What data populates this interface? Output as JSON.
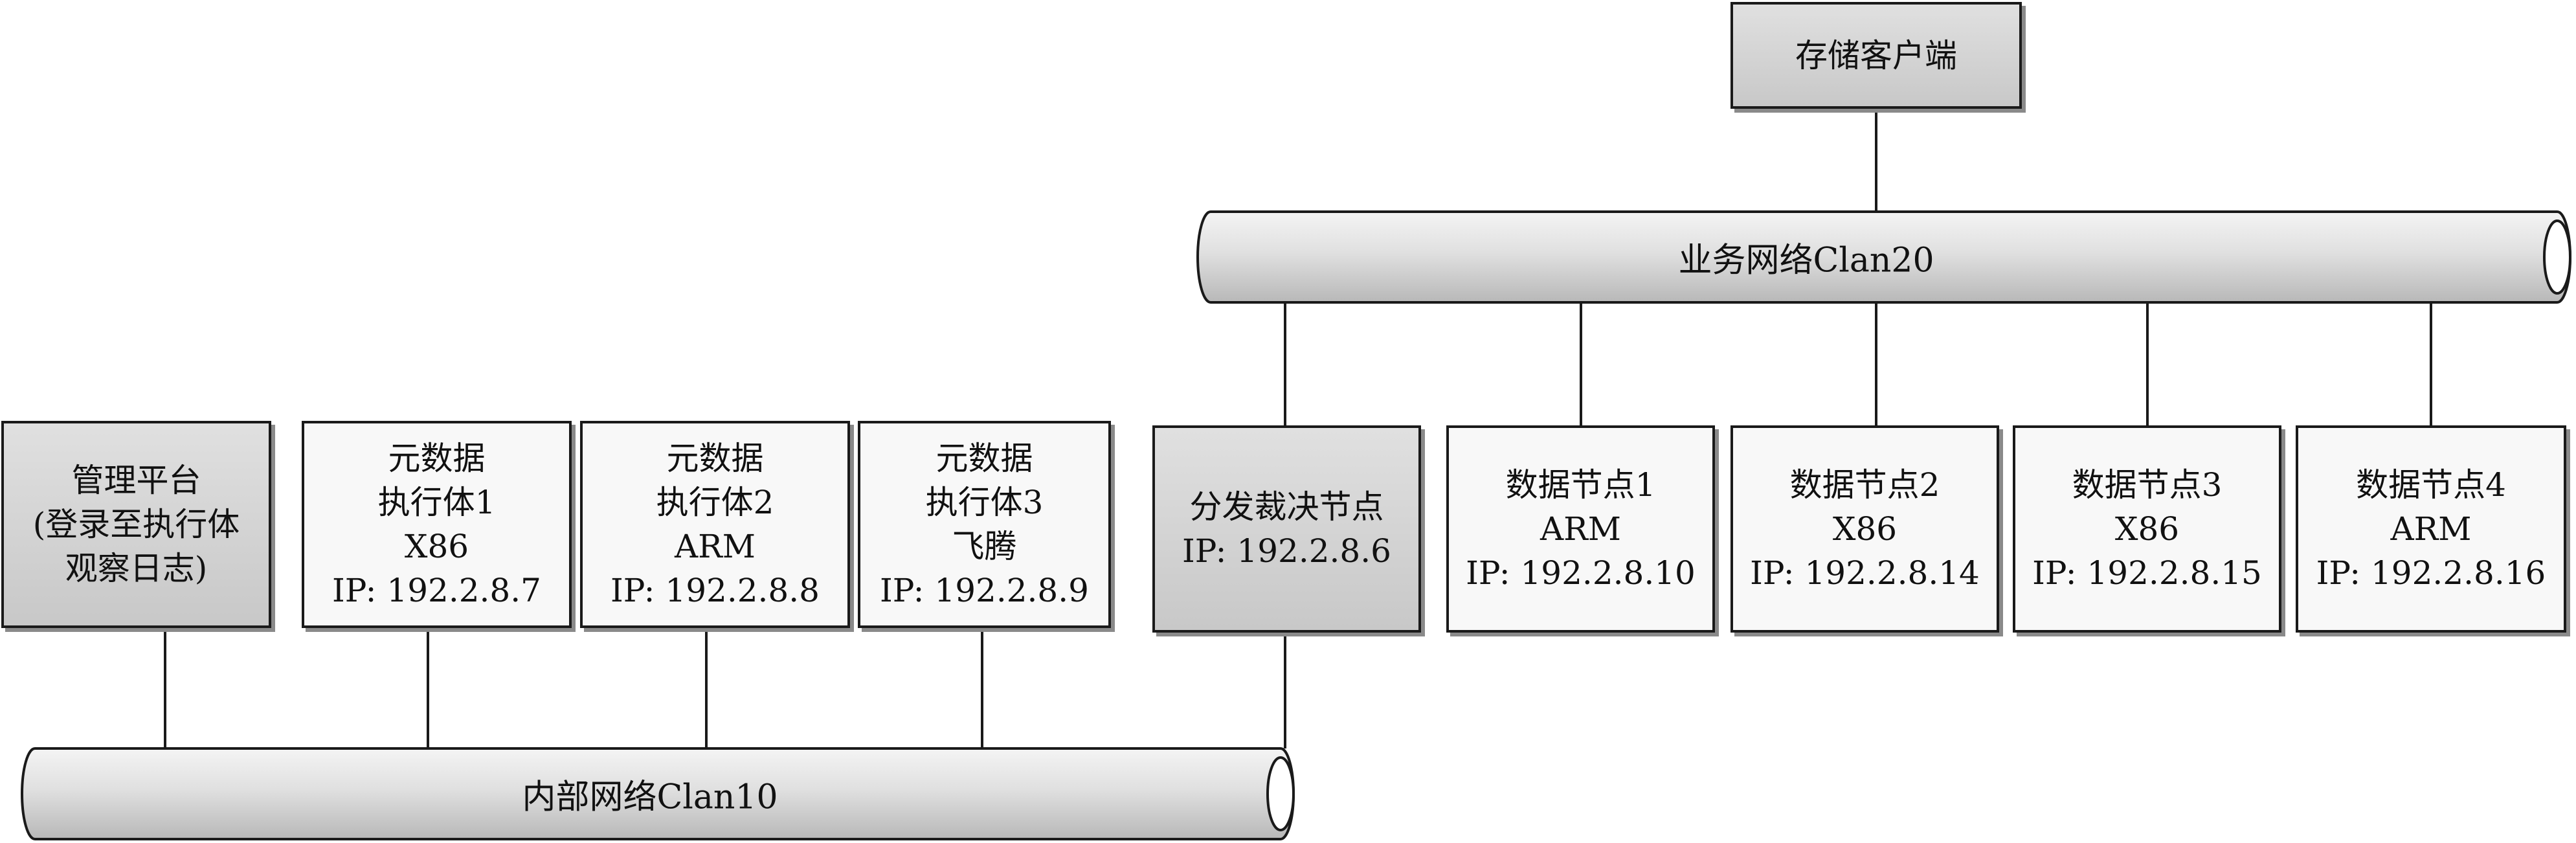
{
  "buses": {
    "business": {
      "label": "业务网络Clan20"
    },
    "internal": {
      "label": "内部网络Clan10"
    }
  },
  "nodes": {
    "storage_client": {
      "lines": [
        "存储客户端"
      ]
    },
    "management": {
      "lines": [
        "管理平台",
        "(登录至执行体",
        "观察日志)"
      ]
    },
    "executor1": {
      "lines": [
        "元数据",
        "执行体1",
        "X86",
        "IP: 192.2.8.7"
      ]
    },
    "executor2": {
      "lines": [
        "元数据",
        "执行体2",
        "ARM",
        "IP: 192.2.8.8"
      ]
    },
    "executor3": {
      "lines": [
        "元数据",
        "执行体3",
        "飞腾",
        "IP: 192.2.8.9"
      ]
    },
    "dispatcher": {
      "lines": [
        "分发裁决节点",
        "IP: 192.2.8.6"
      ]
    },
    "data1": {
      "lines": [
        "数据节点1",
        "ARM",
        "IP: 192.2.8.10"
      ]
    },
    "data2": {
      "lines": [
        "数据节点2",
        "X86",
        "IP: 192.2.8.14"
      ]
    },
    "data3": {
      "lines": [
        "数据节点3",
        "X86",
        "IP: 192.2.8.15"
      ]
    },
    "data4": {
      "lines": [
        "数据节点4",
        "ARM",
        "IP: 192.2.8.16"
      ]
    }
  },
  "colors": {
    "shaded_node": "#cccccc",
    "light_node": "#f8f8f8",
    "bus_fill": "#d9d9d9",
    "stroke": "#1a1a1a"
  }
}
